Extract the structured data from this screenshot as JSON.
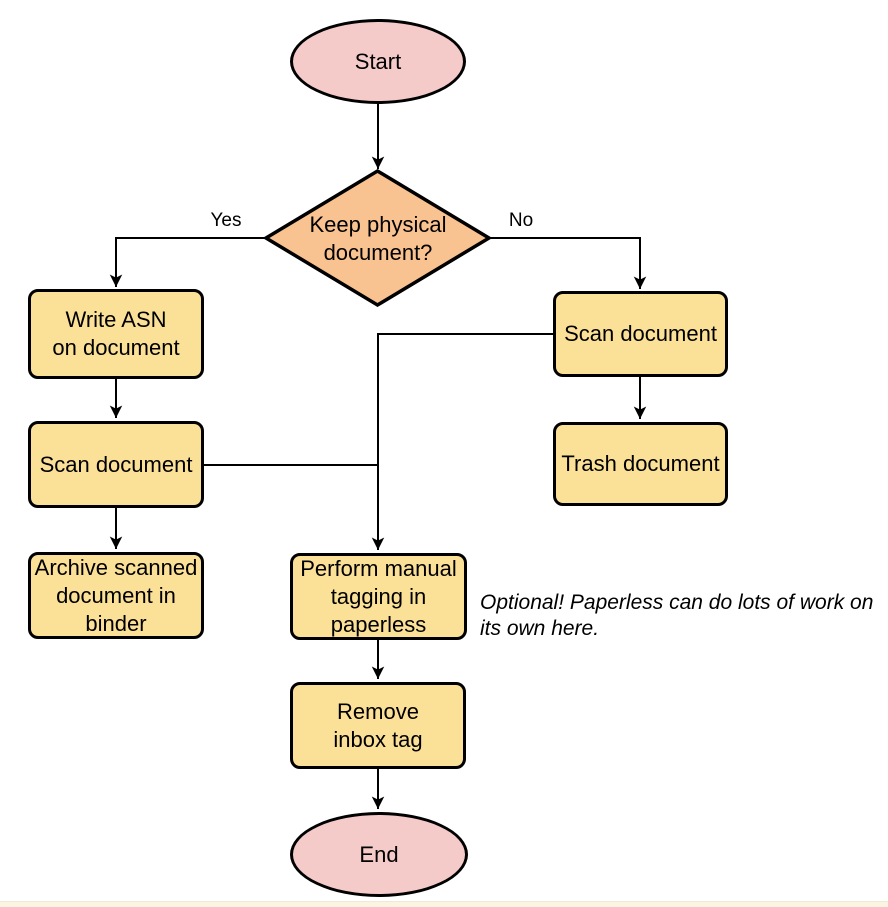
{
  "diagram": {
    "nodes": {
      "start": {
        "label": "Start",
        "shape": "terminator"
      },
      "decision": {
        "label": "Keep physical\ndocument?",
        "shape": "decision"
      },
      "write_asn": {
        "label": "Write ASN\non document",
        "shape": "process"
      },
      "scan_left": {
        "label": "Scan document",
        "shape": "process"
      },
      "archive": {
        "label": "Archive scanned\ndocument in\nbinder",
        "shape": "process"
      },
      "scan_right": {
        "label": "Scan document",
        "shape": "process"
      },
      "trash": {
        "label": "Trash document",
        "shape": "process"
      },
      "tagging": {
        "label": "Perform manual\ntagging in\npaperless",
        "shape": "process"
      },
      "remove_inbox": {
        "label": "Remove\ninbox tag",
        "shape": "process"
      },
      "end": {
        "label": "End",
        "shape": "terminator"
      }
    },
    "edge_labels": {
      "yes": "Yes",
      "no": "No"
    },
    "annotation": "Optional! Paperless can do lots of work on\nits own here.",
    "colors": {
      "terminator_fill": "#f5cbca",
      "decision_fill": "#f9c291",
      "process_fill": "#fbe098",
      "stroke": "#000000",
      "footer_strip": "#fbf4e0"
    }
  }
}
